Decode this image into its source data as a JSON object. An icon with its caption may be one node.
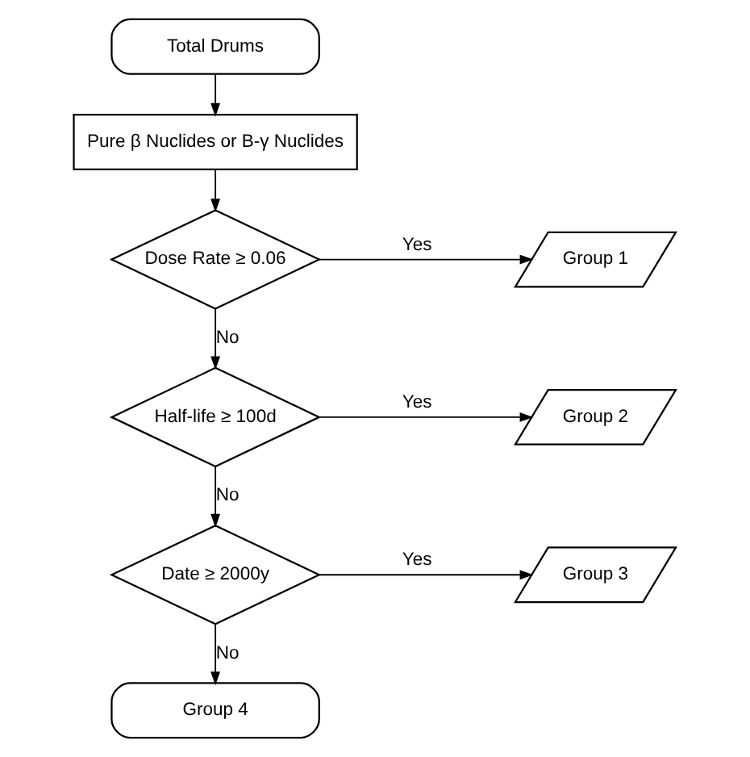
{
  "diagram": {
    "nodes": [
      {
        "text": [
          "Total Drums"
        ]
      },
      {
        "text": [
          "Pure β Nuclides or B-γ Nuclides"
        ]
      },
      {
        "text": [
          "Dose Rate ≥ 0.06"
        ]
      },
      {
        "text": [
          "Group 1"
        ]
      },
      {
        "text": [
          "Half-life ≥ 100d"
        ]
      },
      {
        "text": [
          "Group 2"
        ]
      },
      {
        "text": [
          "Date ≥ 2000y"
        ]
      },
      {
        "text": [
          "Group 3"
        ]
      },
      {
        "text": [
          "Group 4"
        ]
      }
    ],
    "edges": [
      {
        "from": 0,
        "to": 1,
        "arrow": "to"
      },
      {
        "from": 1,
        "to": 2,
        "arrow": "to"
      },
      {
        "from": 2,
        "to": 3,
        "arrow": "to",
        "label": "Yes"
      },
      {
        "from": 2,
        "to": 4,
        "arrow": "to",
        "label": "No"
      },
      {
        "from": 4,
        "to": 5,
        "arrow": "to",
        "label": "Yes"
      },
      {
        "from": 4,
        "to": 6,
        "arrow": "to",
        "label": "No"
      },
      {
        "from": 6,
        "to": 7,
        "arrow": "to",
        "label": "Yes"
      },
      {
        "from": 6,
        "to": 8,
        "arrow": "to",
        "label": "No"
      }
    ]
  }
}
